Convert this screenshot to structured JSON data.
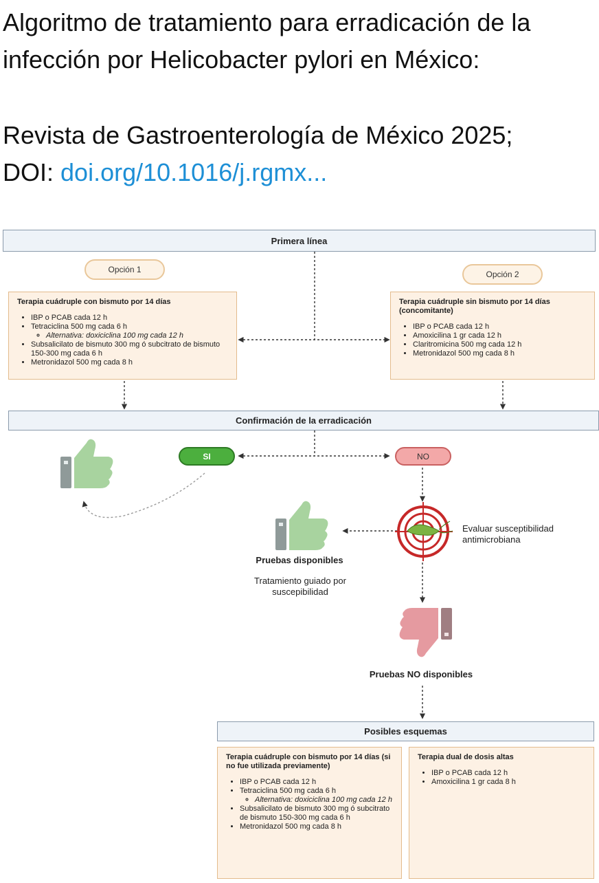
{
  "post": {
    "line1": "Algoritmo de tratamiento para erradicación de la",
    "line2": "infección por Helicobacter pylori en México:",
    "citation": "Revista de Gastroenterología de México 2025;",
    "doi_label": "DOI:",
    "doi_link": "doi.org/10.1016/j.rgmx..."
  },
  "diagram": {
    "first_line": "Primera línea",
    "option1": "Opción 1",
    "option2": "Opción 2",
    "box1": {
      "title": "Terapia cuádruple con bismuto por 14 días",
      "items": [
        "IBP o PCAB cada 12 h",
        "Tetraciclina 500 mg cada 6 h",
        "Alternativa: doxiciclina 100 mg cada 12 h",
        "Subsalicilato de bismuto 300 mg ó subcitrato de bismuto 150-300 mg cada 6 h",
        "Metronidazol 500 mg cada 8 h"
      ]
    },
    "box2": {
      "title": "Terapia cuádruple sin bismuto por 14 días (concomitante)",
      "items": [
        "IBP o PCAB cada 12 h",
        "Amoxicilina 1 gr cada 12 h",
        "Claritromicina 500 mg cada 12 h",
        "Metronidazol 500 mg cada 8 h"
      ]
    },
    "confirmation": "Confirmación de la erradicación",
    "yes": "SI",
    "no": "NO",
    "evaluate": "Evaluar susceptibilidad antimicrobiana",
    "tests_available": "Pruebas disponibles",
    "guided": "Tratamiento guiado por suscepibilidad",
    "tests_unavailable": "Pruebas NO disponibles",
    "possible": "Posibles esquemas",
    "box3": {
      "title": "Terapia cuádruple con bismuto por 14 días (si no fue utilizada previamente)",
      "items": [
        "IBP o PCAB cada 12 h",
        "Tetraciclina 500 mg cada 6 h",
        "Alternativa: doxiciclina 100 mg cada 12 h",
        "Subsalicilato de bismuto 300 mg ó subcitrato de bismuto 150-300 mg cada 6 h",
        "Metronidazol 500 mg cada 8 h"
      ]
    },
    "box4": {
      "title": "Terapia dual  de dosis altas",
      "items": [
        "IBP o PCAB cada 12 h",
        "Amoxicilina 1 gr cada 8 h"
      ]
    }
  },
  "colors": {
    "link": "#1d8fd6",
    "thumb_up": "#9ccf94",
    "thumb_down": "#e59aa0",
    "target": "#c62828",
    "yes_pill": "#4caf3e",
    "no_pill": "#f3a8a8",
    "box_fill": "#fdf1e4",
    "bar_fill": "#eef3f8"
  }
}
